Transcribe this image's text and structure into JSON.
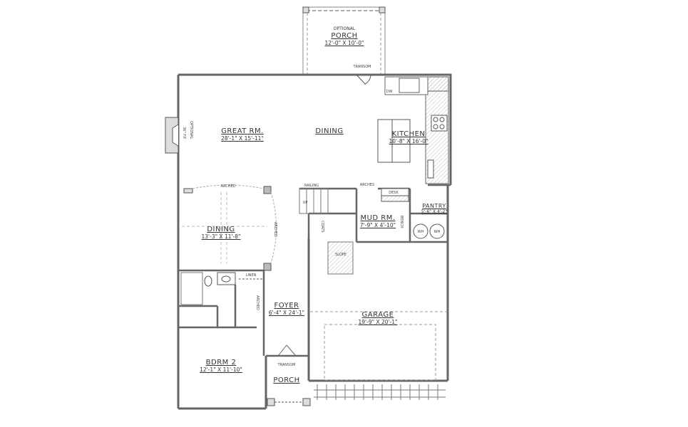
{
  "floor_plan": {
    "rooms": [
      {
        "id": "optional-porch",
        "pre": "OPTIONAL",
        "name": "PORCH",
        "dims": "12'-0\" X 10'-0\""
      },
      {
        "id": "great-room",
        "name": "GREAT RM.",
        "dims": "28'-1\" X 15'-11\""
      },
      {
        "id": "dining-open",
        "name": "DINING",
        "dims": ""
      },
      {
        "id": "kitchen",
        "name": "KITCHEN",
        "dims": "10'-8\" X 16'-0\""
      },
      {
        "id": "dining",
        "name": "DINING",
        "dims": "13'-3\" X 11'-8\""
      },
      {
        "id": "mud-room",
        "name": "MUD RM.",
        "dims": "7'-9\" X 4'-10\""
      },
      {
        "id": "pantry",
        "name": "PANTRY",
        "dims": "5'-6\" X 4'-2\""
      },
      {
        "id": "foyer",
        "name": "FOYER",
        "dims": "6'-4\" X 24'-1\""
      },
      {
        "id": "garage",
        "name": "GARAGE",
        "dims": "19'-9\" X 20'-1\""
      },
      {
        "id": "bedroom-2",
        "name": "BDRM 2",
        "dims": "12'-1\" X 11'-10\""
      },
      {
        "id": "front-porch",
        "name": "PORCH",
        "dims": ""
      }
    ],
    "annotations": {
      "transom_top": "TRANSOM",
      "transom_bottom": "TRANSOM",
      "fireplace": "36\" F.P.",
      "fireplace_optional": "OPTIONAL",
      "railing": "RAILING",
      "up": "UP",
      "arches_dining": "ARCHED",
      "arches_side": "ARCHED",
      "arches_mud": "ARCHES",
      "arches_foyer": "ARCHED",
      "desk": "DESK",
      "bench": "BENCH",
      "coats": "COATS",
      "slope": "SLOPE",
      "linen": "LINEN",
      "wh1": "WH",
      "wh2": "WH",
      "dw": "DW"
    }
  }
}
